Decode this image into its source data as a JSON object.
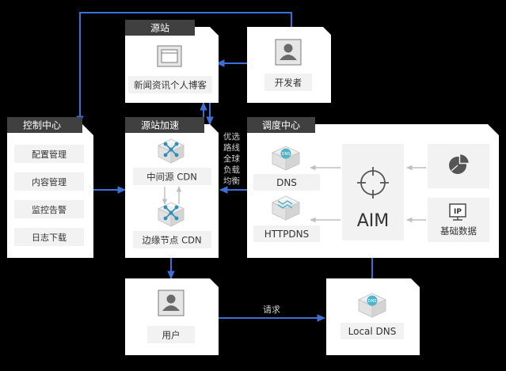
{
  "source_site": {
    "title": "源站",
    "blog": "新闻资讯个人博客"
  },
  "developer": {
    "label": "开发者"
  },
  "control_center": {
    "title": "控制中心",
    "items": [
      "配置管理",
      "内容管理",
      "监控告警",
      "日志下载"
    ]
  },
  "acceleration": {
    "title": "源站加速",
    "intermediate_cdn": "中间源 CDN",
    "edge_cdn": "边缘节点 CDN"
  },
  "vertical_label": [
    "优选",
    "路线",
    "全球",
    "负载",
    "均衡"
  ],
  "scheduling_center": {
    "title": "调度中心",
    "dns": "DNS",
    "dns_icon_text": "DNS",
    "httpdns": "HTTPDNS",
    "aim": "AIM",
    "base_data": "基础数据",
    "ip_icon_text": "IP"
  },
  "user": {
    "label": "用户"
  },
  "local_dns": {
    "label": "Local DNS",
    "icon_text": "DNS"
  },
  "request_label": "请求",
  "colors": {
    "background": "#000000",
    "panel": "#ffffff",
    "card": "#f2f2f2",
    "header": "#404040",
    "arrow_blue": "#3d6fd6",
    "arrow_gray": "#bfbfbf",
    "teal": "#4fb3c9"
  }
}
